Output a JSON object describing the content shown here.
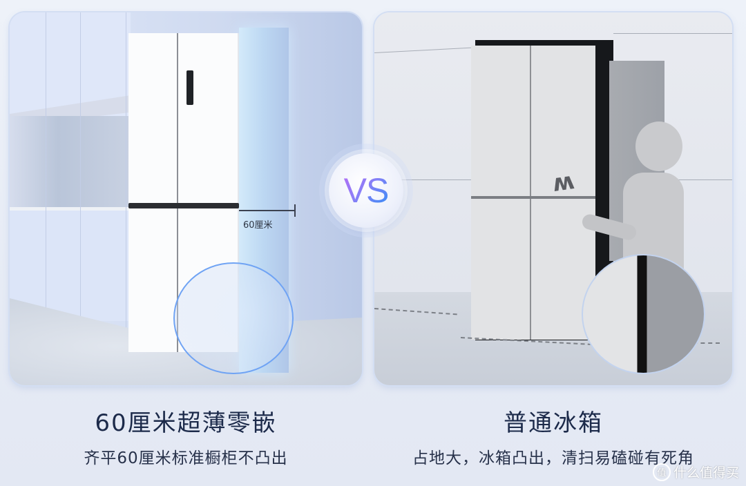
{
  "comparison": {
    "left": {
      "title": "60厘米超薄零嵌",
      "subtitle": "齐平60厘米标准橱柜不凸出",
      "measure_label": "60厘米"
    },
    "right": {
      "title": "普通冰箱",
      "subtitle": "占地大，冰箱凸出，清扫易磕碰有死角"
    },
    "vs_label": "VS"
  },
  "watermark": {
    "badge": "值",
    "text": "什么值得买"
  },
  "colors": {
    "title_text": "#1c2a4a",
    "vs_gradient_start": "#b56ef5",
    "vs_gradient_end": "#2e8ef5",
    "highlight_circle": "#6fa3f4"
  }
}
